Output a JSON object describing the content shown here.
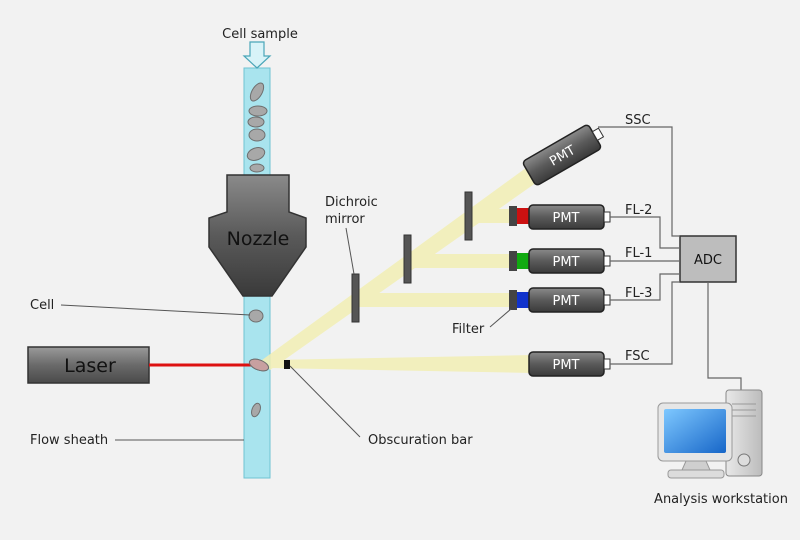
{
  "diagram": {
    "labels": {
      "cell_sample": "Cell sample",
      "nozzle": "Nozzle",
      "cell": "Cell",
      "laser": "Laser",
      "flow_sheath": "Flow sheath",
      "obscuration_bar": "Obscuration bar",
      "dichroic_mirror_line1": "Dichroic",
      "dichroic_mirror_line2": "mirror",
      "filter": "Filter",
      "analysis_workstation": "Analysis workstation",
      "adc": "ADC"
    },
    "detectors": [
      {
        "id": "ssc",
        "label": "PMT",
        "channel": "SSC"
      },
      {
        "id": "fl2",
        "label": "PMT",
        "channel": "FL-2",
        "filter_color": "#cc1111"
      },
      {
        "id": "fl1",
        "label": "PMT",
        "channel": "FL-1",
        "filter_color": "#11aa11"
      },
      {
        "id": "fl3",
        "label": "PMT",
        "channel": "FL-3",
        "filter_color": "#1133cc"
      },
      {
        "id": "fsc",
        "label": "PMT",
        "channel": "FSC"
      }
    ],
    "colors": {
      "stream": "#a9e4ee",
      "beam": "#f3efb4",
      "laser_beam": "#dd1111",
      "device_gray": "#666666",
      "mirror": "#555555"
    }
  }
}
